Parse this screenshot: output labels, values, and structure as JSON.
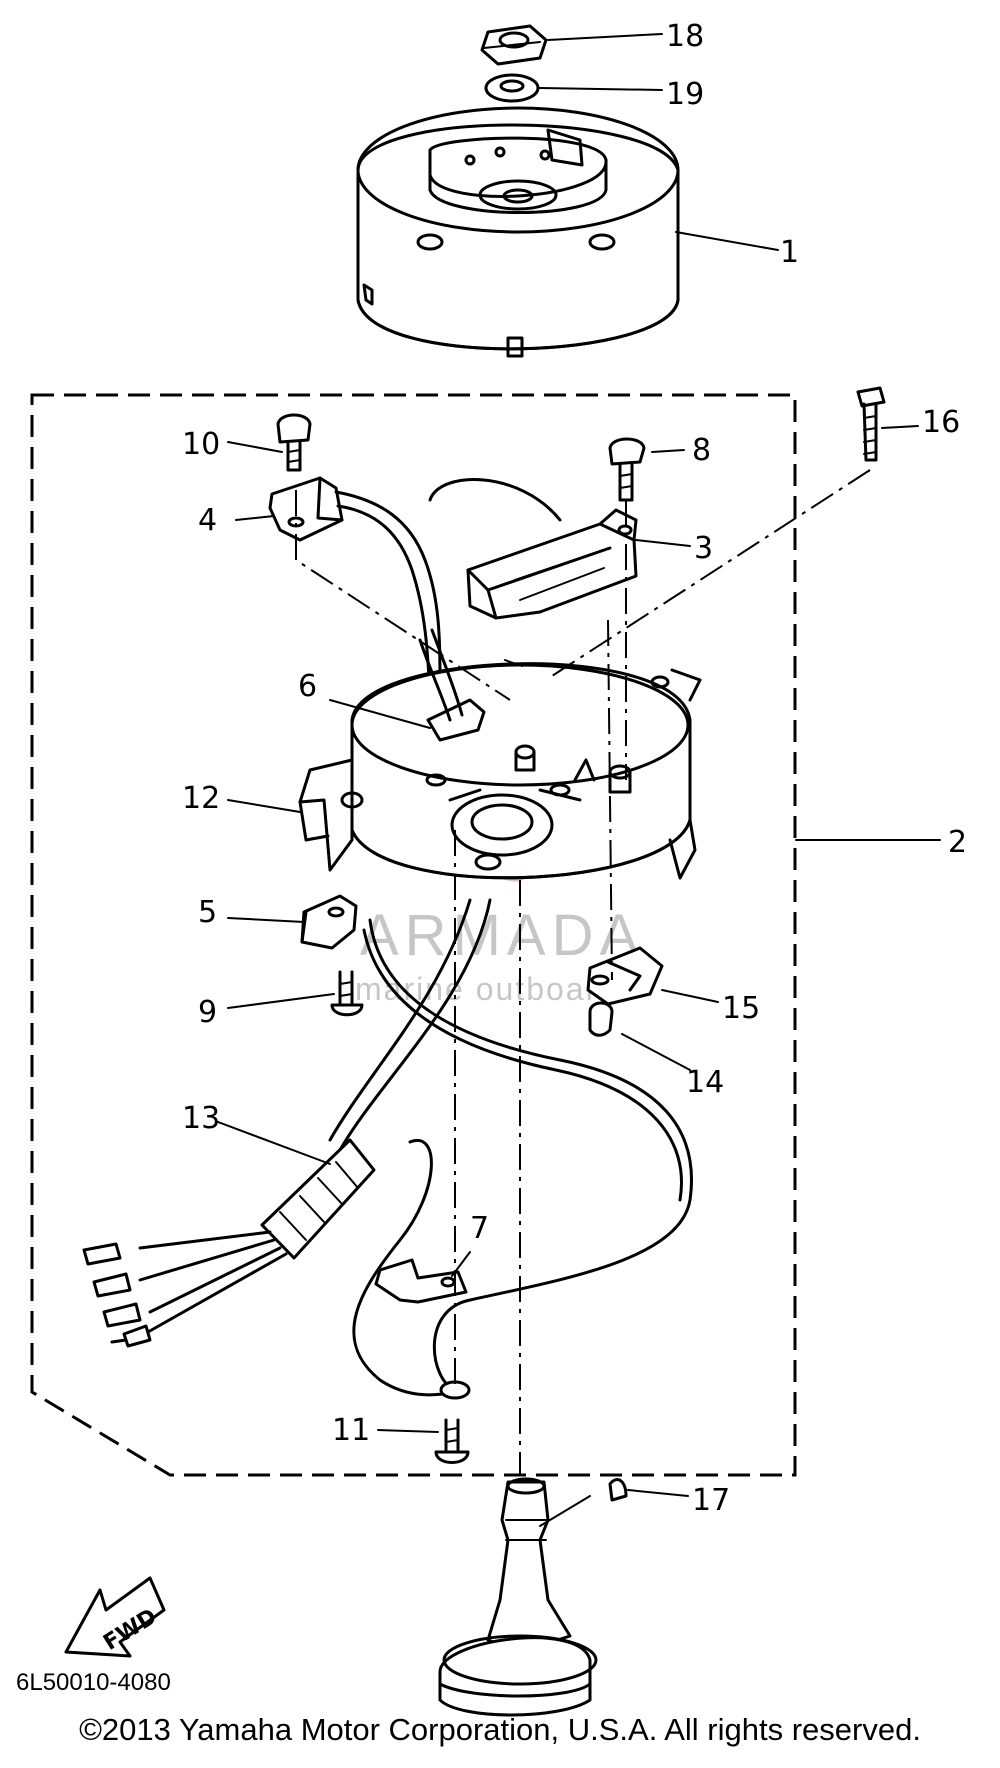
{
  "diagram": {
    "part_code": "6L50010-4080",
    "fwd_label": "FWD",
    "copyright": "©2013 Yamaha Motor Corporation, U.S.A. All rights reserved.",
    "watermark": {
      "brand": "ARMADA",
      "tagline": "marine outboards"
    },
    "callouts": [
      "1",
      "2",
      "3",
      "4",
      "5",
      "6",
      "7",
      "8",
      "9",
      "10",
      "11",
      "12",
      "13",
      "14",
      "15",
      "16",
      "17",
      "18",
      "19"
    ]
  }
}
